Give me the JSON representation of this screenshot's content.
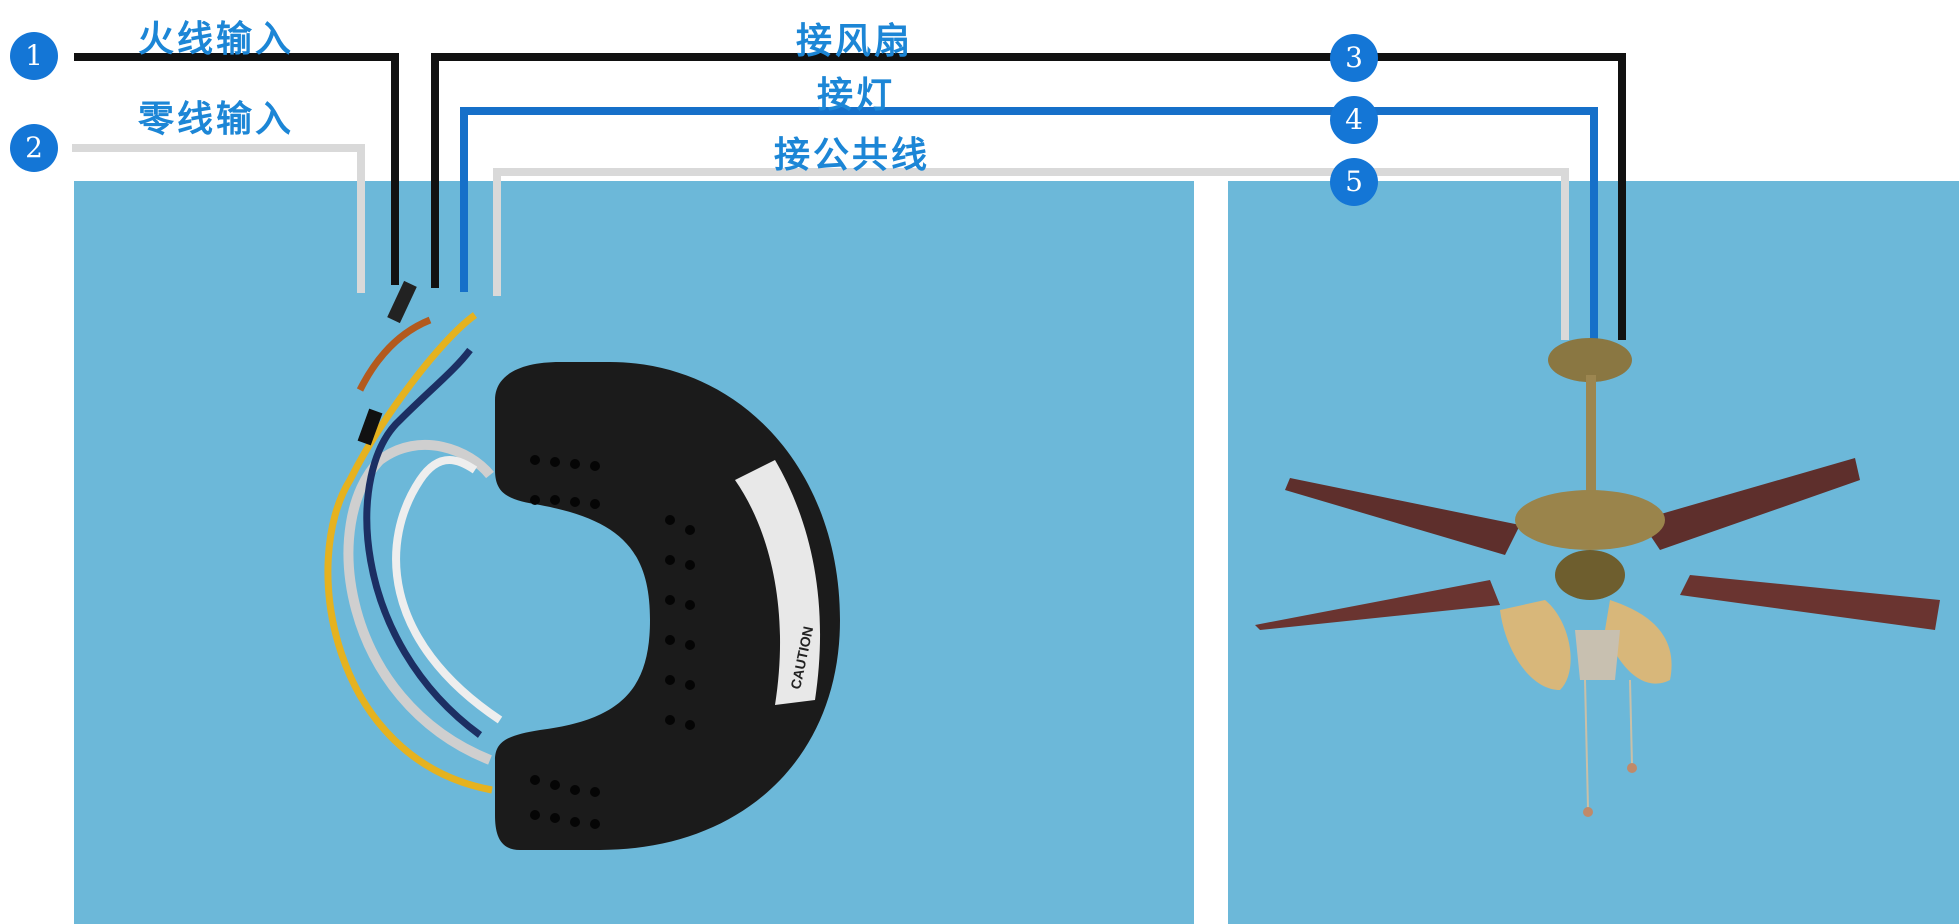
{
  "labels": {
    "live_input": "火线输入",
    "neutral_input": "零线输入",
    "to_fan": "接风扇",
    "to_light": "接灯",
    "to_common": "接公共线"
  },
  "badges": [
    "1",
    "2",
    "3",
    "4",
    "5"
  ],
  "module": {
    "label_text": "CAUTION"
  },
  "colors": {
    "panel_bg": "#6cb8d9",
    "label_blue": "#1c86d6",
    "badge_blue": "#1476d6",
    "wire_black": "#111111",
    "wire_blue": "#1670c9",
    "wire_gray": "#d9d9d9"
  }
}
